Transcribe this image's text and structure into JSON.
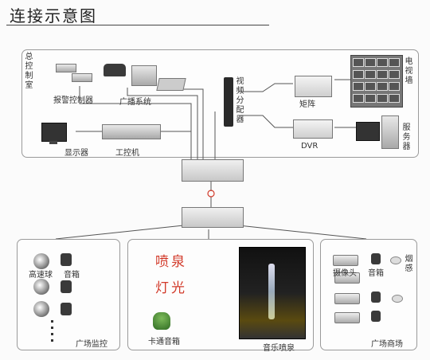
{
  "title": "连接示意图",
  "control_room_label": "总控制室",
  "devices": {
    "alarm_controller": "报警控制器",
    "broadcast_system": "广播系统",
    "video_splitter": "视频分配器",
    "matrix": "矩阵",
    "tv_wall": "电视墙",
    "display": "显示器",
    "ipc": "工控机",
    "dvr": "DVR",
    "server": "服务器"
  },
  "zone_monitor": {
    "speed_dome": "高速球",
    "speaker": "音箱",
    "name": "广场监控"
  },
  "zone_fountain": {
    "fountain": "喷泉",
    "light": "灯光",
    "cartoon_speaker": "卡通音箱",
    "name": "音乐喷泉"
  },
  "zone_mall": {
    "camera": "摄像头",
    "speaker": "音箱",
    "smoke": "烟感",
    "name": "广场商场"
  },
  "colors": {
    "accent_red": "#d23a2a",
    "border": "#9a9a9a"
  }
}
